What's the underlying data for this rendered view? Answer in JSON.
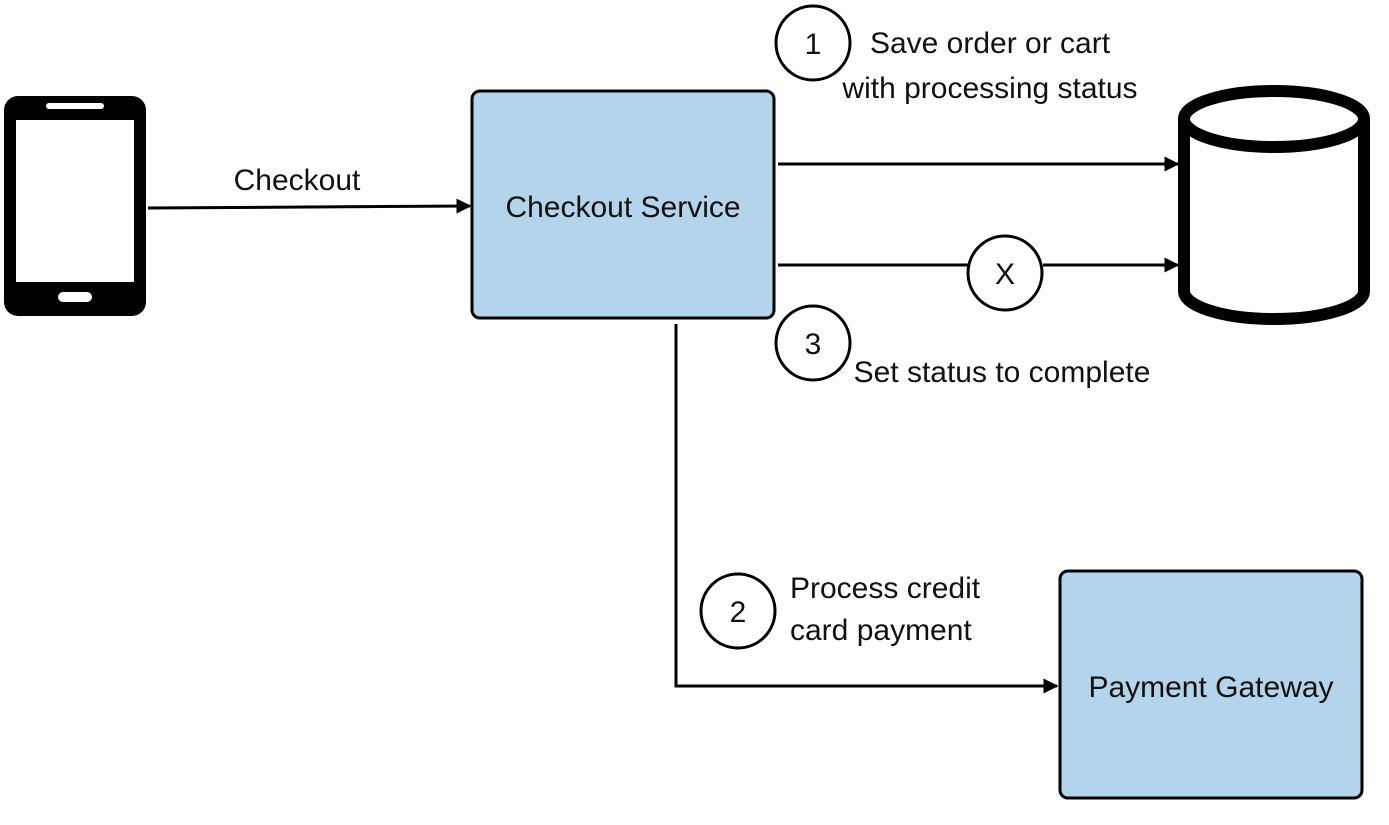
{
  "client": {
    "icon": "smartphone-icon"
  },
  "edges": {
    "checkout": {
      "label": "Checkout"
    }
  },
  "nodes": {
    "checkout_service": {
      "label": "Checkout Service"
    },
    "payment_gateway": {
      "label": "Payment Gateway"
    },
    "database": {
      "icon": "database-cylinder-icon"
    }
  },
  "steps": {
    "step1": {
      "number": "1",
      "line1": "Save order or cart",
      "line2": "with processing status"
    },
    "step2": {
      "number": "2",
      "line1": "Process credit",
      "line2": "card payment"
    },
    "step3": {
      "number": "3",
      "line1": "Set status to complete"
    },
    "failure": {
      "marker": "X"
    }
  },
  "colors": {
    "box_fill": "#b3d4ea",
    "stroke": "#000000",
    "background": "#ffffff"
  }
}
